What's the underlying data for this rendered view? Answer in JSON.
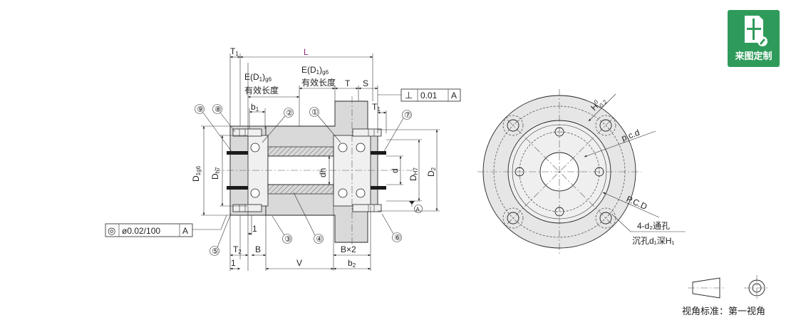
{
  "badge": {
    "label": "来图定制",
    "icon": "drawing-edit-icon",
    "color": "#2f9b5b"
  },
  "accent_colors": {
    "length_label": "#8b2a7b",
    "body": "#d9d9d9",
    "seal": "#1a1a1a"
  },
  "side_view": {
    "dims": {
      "T1": "T",
      "T1_sub": "1",
      "L": "L",
      "T": "T",
      "S": "S",
      "T1b": "T",
      "T1b_sub": "1",
      "b1": "b",
      "b1_sub": "1",
      "D1g6": "D",
      "D1g6_sub": "1g6",
      "Dh7": "D",
      "Dh7_sub": "h7",
      "dh": "dh",
      "d": "d",
      "DH7": "D",
      "DH7_sub": "H7",
      "D2": "D",
      "D2_sub": "2",
      "one_a": "1",
      "one_b": "1",
      "T2": "T",
      "T2_sub": "2",
      "B": "B",
      "V": "V",
      "Bx2": "B×2",
      "b2": "b",
      "b2_sub": "2",
      "datum_A": "A"
    },
    "effective_length_1": {
      "line1": "E(D",
      "sub1": "1",
      "line1b": ")",
      "sub2": "g6",
      "line2": "有效长度"
    },
    "effective_length_2": {
      "line1": "E(D",
      "sub1": "1",
      "line1b": ")",
      "sub2": "g6",
      "line2": "有效长度"
    },
    "perpendicularity": {
      "symbol": "⊥",
      "value": "0.01",
      "datum": "A"
    },
    "concentricity": {
      "symbol": "◎",
      "value": "ø0.02/100",
      "datum": "A"
    },
    "callouts": [
      "①",
      "②",
      "③",
      "④",
      "⑤",
      "⑥",
      "⑦",
      "⑧",
      "⑨"
    ]
  },
  "front_view": {
    "H1_label": "H",
    "H1_tol_upper": "0",
    "H1_tol_lower": "-0.2",
    "pcd_small": "p.c.d",
    "pcd_large": "P.C.D",
    "hole_note_1": "4-d₂通孔",
    "hole_note_2": "沉孔d₁深H₁"
  },
  "projection": {
    "label": "视角标准：第一视角"
  }
}
